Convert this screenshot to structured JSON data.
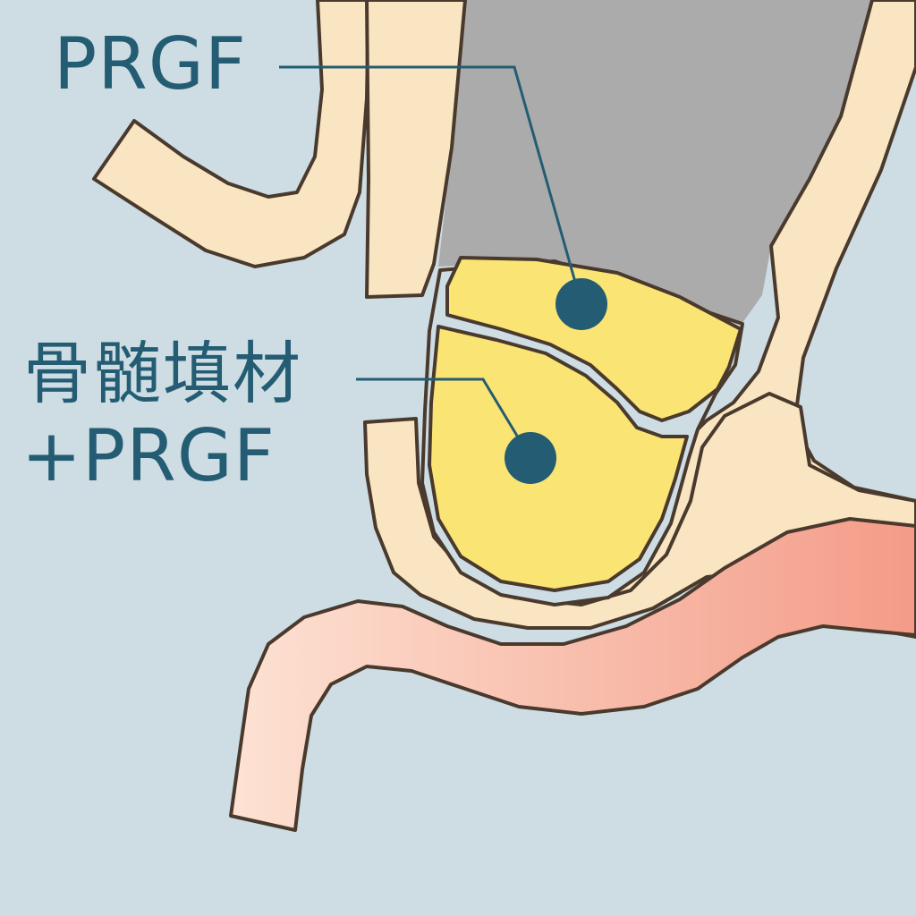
{
  "labels": {
    "prgf": "PRGF",
    "bone_marrow_line1": "骨髄填材",
    "bone_marrow_line2": "+PRGF"
  },
  "colors": {
    "background": "#cddde3",
    "bone": "#f9e5c1",
    "outline": "#4a3a2e",
    "implant": "#ababab",
    "graft_fill": "#fae474",
    "accent": "#245d73",
    "gum_light": "#fde0cf",
    "gum_dark": "#f4a08e"
  }
}
